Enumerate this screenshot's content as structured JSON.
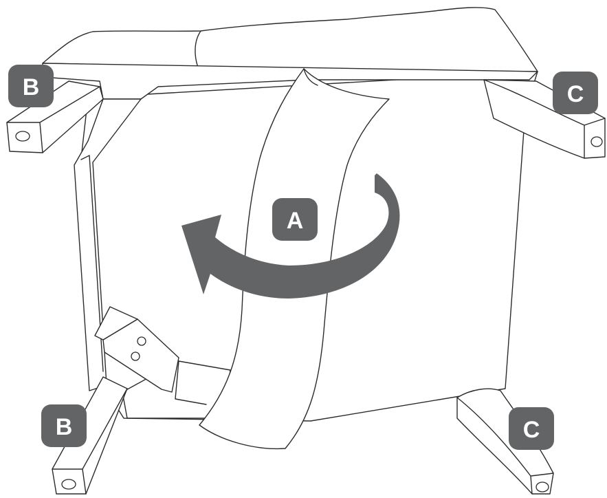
{
  "diagram": {
    "labels": {
      "strap": "A",
      "front_left": "B",
      "back_left": "B",
      "front_right": "C",
      "back_right": "C"
    },
    "colors": {
      "line": "#2b2b2b",
      "badge": "#636466",
      "arrow": "#636466",
      "background": "#ffffff"
    }
  }
}
